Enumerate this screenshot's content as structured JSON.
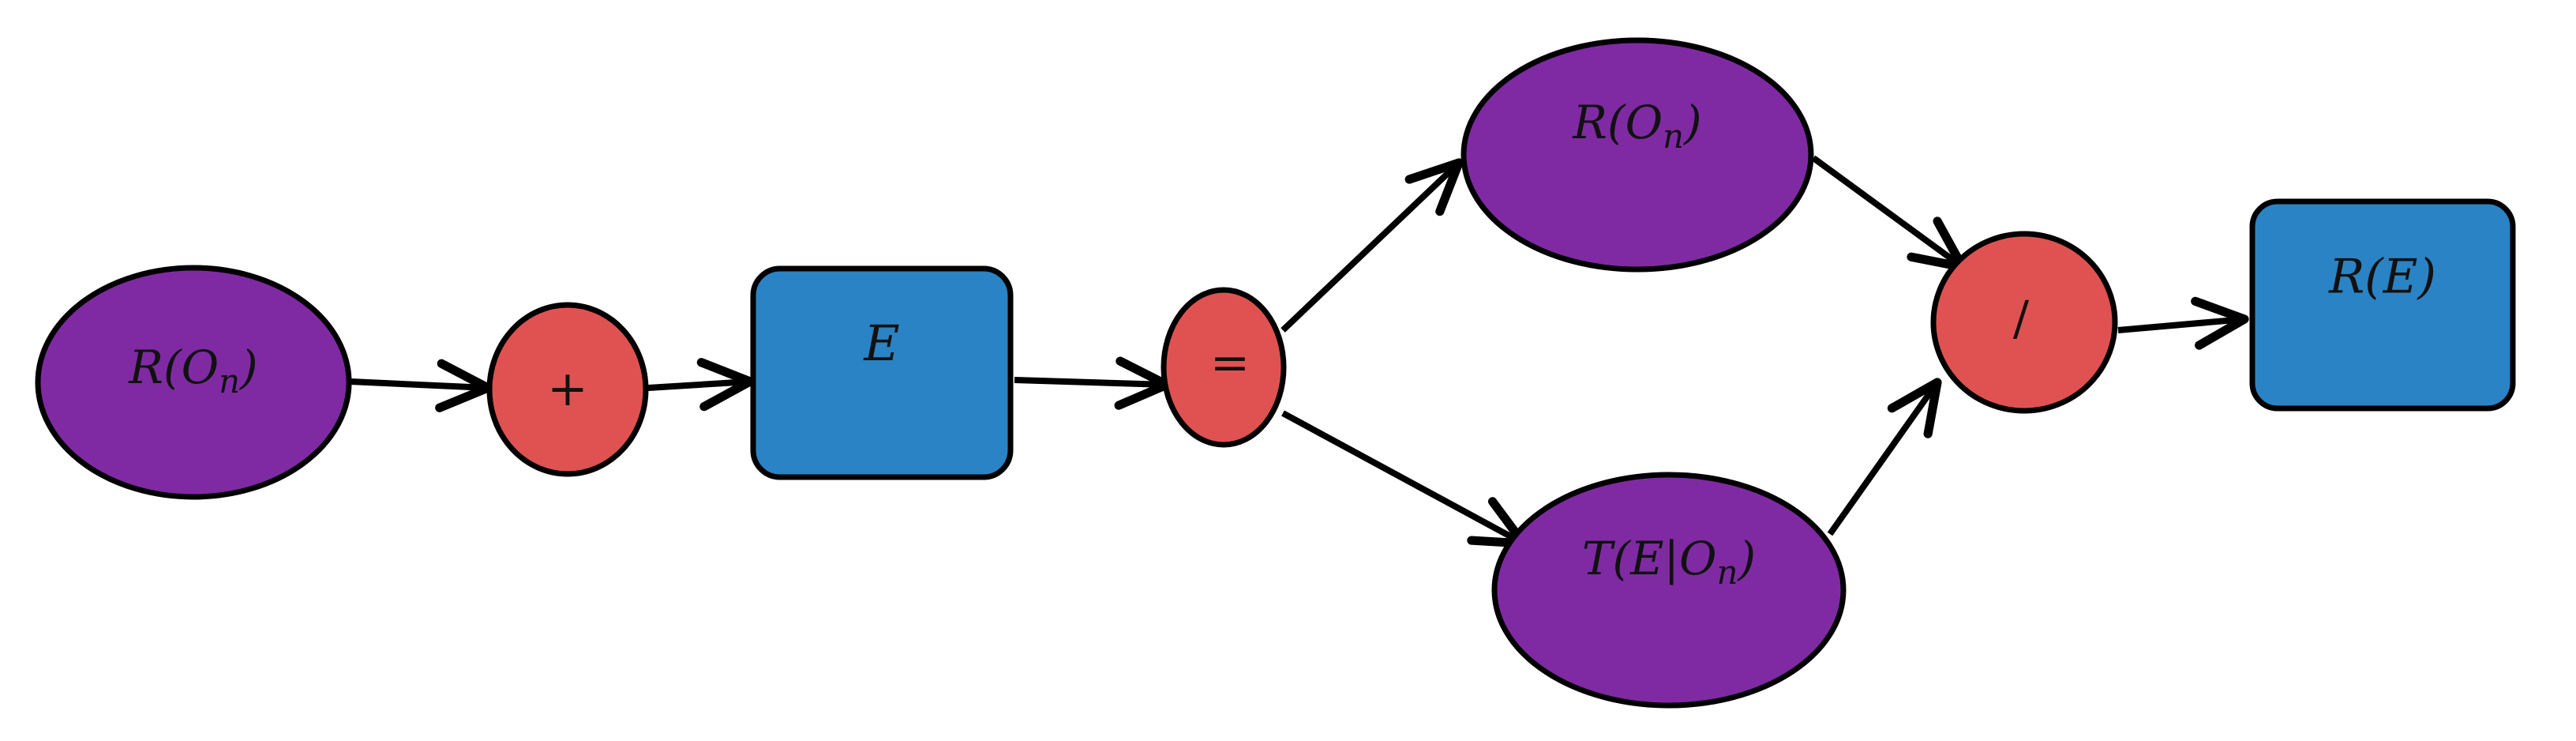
{
  "diagram": {
    "nodes": {
      "r_on_input": {
        "shape": "ellipse",
        "fill": "#7f2aa3",
        "label": "R(O",
        "sub": "n",
        "close": ")"
      },
      "plus": {
        "shape": "circle",
        "fill": "#e05252",
        "label": "+"
      },
      "e_box": {
        "shape": "rounded-rect",
        "fill": "#2a83c4",
        "label": "E"
      },
      "equals": {
        "shape": "circle",
        "fill": "#e05252",
        "label": "="
      },
      "r_on_top": {
        "shape": "ellipse",
        "fill": "#7f2aa3",
        "label": "R(O",
        "sub": "n",
        "close": ")"
      },
      "t_e_given_on": {
        "shape": "ellipse",
        "fill": "#7f2aa3",
        "label": "T(E|O",
        "sub": "n",
        "close": ")"
      },
      "divide": {
        "shape": "circle",
        "fill": "#e05252",
        "label": "/"
      },
      "r_e_output": {
        "shape": "rounded-rect",
        "fill": "#2a83c4",
        "label": "R(E)"
      }
    },
    "edges": [
      {
        "from": "r_on_input",
        "to": "plus"
      },
      {
        "from": "plus",
        "to": "e_box"
      },
      {
        "from": "e_box",
        "to": "equals"
      },
      {
        "from": "equals",
        "to": "r_on_top"
      },
      {
        "from": "equals",
        "to": "t_e_given_on"
      },
      {
        "from": "r_on_top",
        "to": "divide"
      },
      {
        "from": "t_e_given_on",
        "to": "divide"
      },
      {
        "from": "divide",
        "to": "r_e_output"
      }
    ]
  }
}
